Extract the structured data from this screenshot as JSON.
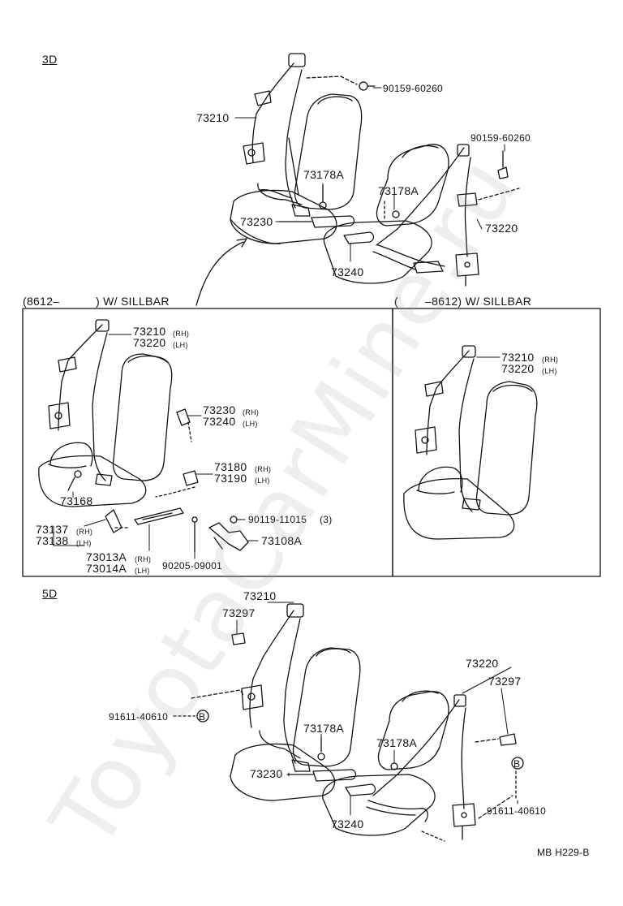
{
  "sections": {
    "s3d": "3D",
    "s5d": "5D",
    "left_header_a": "(8612–",
    "left_header_b": ") W/ SILLBAR",
    "right_header_a": "(",
    "right_header_b": "–8612) W/ SILLBAR"
  },
  "top": {
    "p73210": "73210",
    "p90159a": "90159-60260",
    "p90159b": "90159-60260",
    "p73178a_1": "73178A",
    "p73178a_2": "73178A",
    "p73230": "73230",
    "p73240": "73240",
    "p73220": "73220"
  },
  "left_box": {
    "p73210": "73210",
    "p73220": "73220",
    "p73230": "73230",
    "p73240": "73240",
    "p73180": "73180",
    "p73190": "73190",
    "p73168": "73168",
    "p73137": "73137",
    "p73138": "73138",
    "p73013a": "73013A",
    "p73014a": "73014A",
    "p90119": "90119-11015",
    "qty90119": "(3)",
    "p73108a": "73108A",
    "p90205": "90205-09001",
    "rh": "(RH)",
    "lh": "(LH)"
  },
  "right_box": {
    "p73210": "73210",
    "p73220": "73220",
    "rh": "(RH)",
    "lh": "(LH)"
  },
  "bottom": {
    "p73210": "73210",
    "p73297a": "73297",
    "p73220": "73220",
    "p73297b": "73297",
    "p91611a": "91611-40610",
    "p91611b": "91611-40610",
    "marker": "B",
    "p73178a_1": "73178A",
    "p73178a_2": "73178A",
    "p73230": "73230",
    "p73240": "73240"
  },
  "footer": {
    "code": "MB  H229-B"
  },
  "watermark": "ToyotaCarMine.ru"
}
